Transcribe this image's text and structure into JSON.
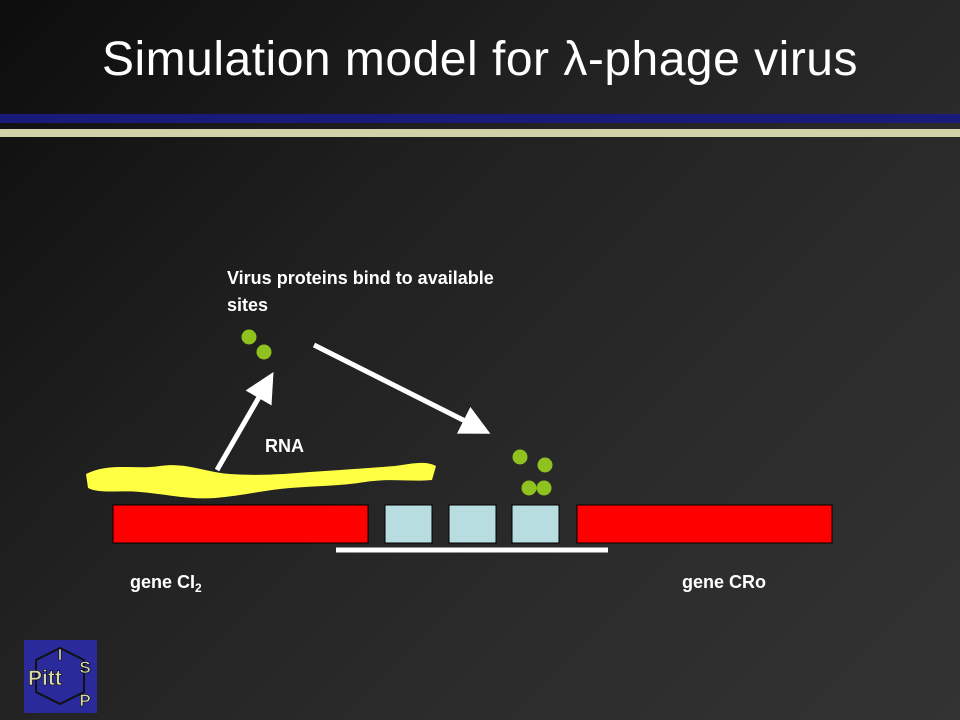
{
  "slide": {
    "title": "Simulation model for λ-phage virus"
  },
  "labels": {
    "proteins": "Virus proteins bind to available sites",
    "rna": "RNA",
    "gene_ci": "gene CI",
    "gene_ci_subscript": "2",
    "gene_cro": "gene CRo"
  },
  "logo": {
    "letter_top": "I",
    "word": "Pitt",
    "letter_s": "S",
    "letter_p": "P"
  },
  "colors": {
    "gene": "#ff0000",
    "binding_site": "#b8dde0",
    "protein": "#8fc21e",
    "rna": "#ffff44",
    "arrow": "#ffffff",
    "rule_blue": "#1a1a7a",
    "rule_tan": "#d2d2a8",
    "logo_bg": "#2a2a9a"
  }
}
